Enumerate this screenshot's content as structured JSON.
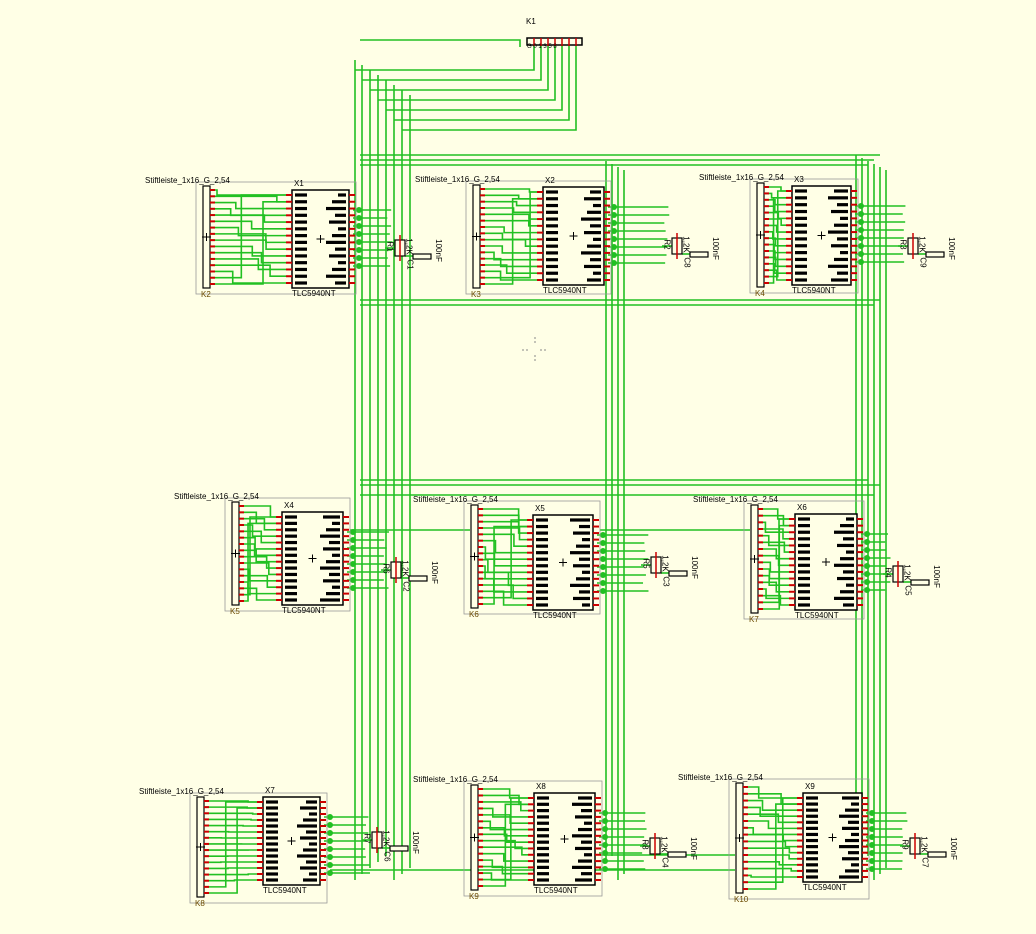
{
  "main_connector": {
    "ref": "K1",
    "pin_text": "G 0 1 3 5 8"
  },
  "modules": [
    {
      "chip": "X1",
      "chip_part": "TLC5940NT",
      "header": "K2",
      "header_part": "Stiftleiste_1x16_G_2,54",
      "resistor": "R1",
      "resistor_value": "1,2K",
      "capacitor": "C1",
      "capacitor_value": "100nF"
    },
    {
      "chip": "X2",
      "chip_part": "TLC5940NT",
      "header": "K3",
      "header_part": "Stiftleiste_1x16_G_2,54",
      "resistor": "R2",
      "resistor_value": "1,2K",
      "capacitor": "C8",
      "capacitor_value": "100nF"
    },
    {
      "chip": "X3",
      "chip_part": "TLC5940NT",
      "header": "K4",
      "header_part": "Stiftleiste_1x16_G_2,54",
      "resistor": "R3",
      "resistor_value": "1,2K",
      "capacitor": "C9",
      "capacitor_value": "100nF"
    },
    {
      "chip": "X4",
      "chip_part": "TLC5940NT",
      "header": "K5",
      "header_part": "Stiftleiste_1x16_G_2,54",
      "resistor": "R6",
      "resistor_value": "1,2K",
      "capacitor": "C2",
      "capacitor_value": "100nF"
    },
    {
      "chip": "X5",
      "chip_part": "TLC5940NT",
      "header": "K6",
      "header_part": "Stiftleiste_1x16_G_2,54",
      "resistor": "R5",
      "resistor_value": "1,2K",
      "capacitor": "C3",
      "capacitor_value": "100nF"
    },
    {
      "chip": "X6",
      "chip_part": "TLC5940NT",
      "header": "K7",
      "header_part": "Stiftleiste_1x16_G_2,54",
      "resistor": "R4",
      "resistor_value": "1,2K",
      "capacitor": "C5",
      "capacitor_value": "100nF"
    },
    {
      "chip": "X7",
      "chip_part": "TLC5940NT",
      "header": "K8",
      "header_part": "Stiftleiste_1x16_G_2,54",
      "resistor": "R7",
      "resistor_value": "1,2K",
      "capacitor": "C6",
      "capacitor_value": "100nF"
    },
    {
      "chip": "X8",
      "chip_part": "TLC5940NT",
      "header": "K9",
      "header_part": "Stiftleiste_1x16_G_2,54",
      "resistor": "R8",
      "resistor_value": "1,2K",
      "capacitor": "C4",
      "capacitor_value": "100nF"
    },
    {
      "chip": "X9",
      "chip_part": "TLC5940NT",
      "header": "K10",
      "header_part": "Stiftleiste_1x16_G_2,54",
      "resistor": "R9",
      "resistor_value": "1,2K",
      "capacitor": "C7",
      "capacitor_value": "100nF"
    }
  ],
  "colors": {
    "background": "#ffffe6",
    "wire": "#22c022",
    "pin": "#cc0000",
    "body": "#000000"
  }
}
